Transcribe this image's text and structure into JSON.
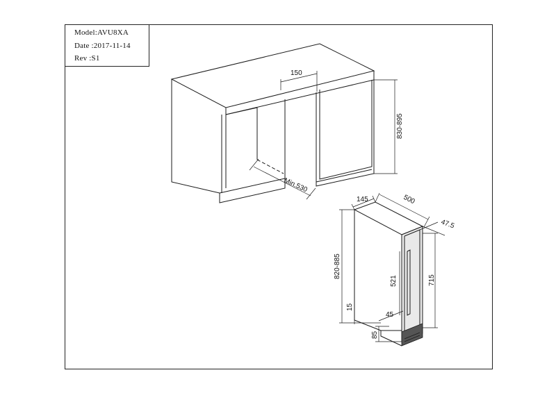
{
  "title_block": {
    "model_label": "Model:",
    "model_value": "AVU8XA",
    "date_label": "Date :",
    "date_value": "2017-11-14",
    "rev_label": "Rev  :",
    "rev_value": "S1"
  },
  "cabinet_dimensions": {
    "gap_width": "150",
    "height": "830-895",
    "depth": "Min.530"
  },
  "unit_dimensions": {
    "top_depth": "145",
    "width": "500",
    "door_offset": "47.5",
    "total_height": "820-885",
    "door_height": "715",
    "handle_height": "521",
    "base_gap": "15",
    "angle": "45",
    "plinth": "85"
  }
}
